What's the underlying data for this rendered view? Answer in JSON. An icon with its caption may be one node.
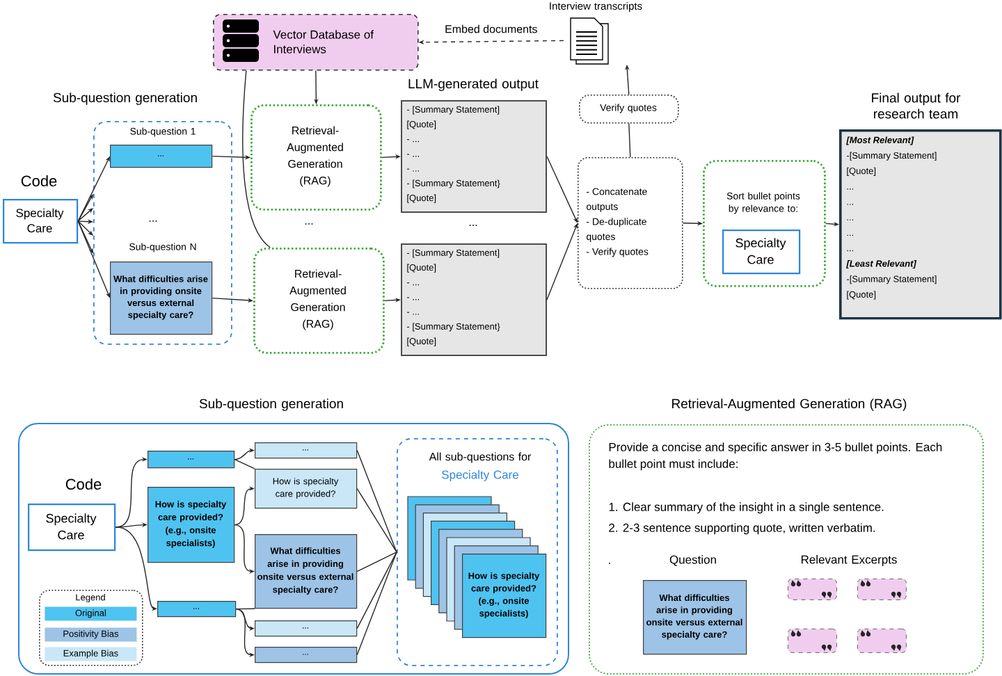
{
  "diagram": {
    "nodes": [
      {
        "text": [
          "Vector Database of Interviews"
        ]
      },
      {
        "text": [
          "Interview transcripts"
        ]
      },
      {
        "text": [
          "Specialty Care"
        ],
        "beside": [
          "Code"
        ]
      },
      {
        "text": [],
        "shape": "box"
      },
      {
        "text": [
          "..."
        ],
        "in": 3,
        "beside": [
          "Sub-question 1"
        ]
      },
      {
        "text": [
          "What difficulties arise in providing onsite versus external specialty care?"
        ],
        "in": 3,
        "beside": [
          "Sub-question N"
        ]
      },
      {
        "text": [
          "Retrieval-Augmented Generation (RAG)"
        ]
      },
      {
        "text": [
          "Retrieval-Augmented Generation (RAG)"
        ]
      },
      {
        "text": [
          "- [Summary Statement]",
          "[Quote]",
          "- ...",
          "- ...",
          "- ...",
          "- [Summary Statement}",
          "[Quote]"
        ]
      },
      {
        "text": [
          "- [Summary Statement]",
          "[Quote]",
          "- ...",
          "- ...",
          "- ...",
          "- [Summary Statement}",
          "[Quote]"
        ]
      },
      {
        "text": [
          "- Concatenate outputs",
          "- De-duplicate quotes",
          "- Verify quotes"
        ]
      },
      {
        "text": [
          "Verify quotes"
        ]
      },
      {
        "text": [
          "Sort bullet points by relevance to:"
        ]
      },
      {
        "text": [
          "Specialty Care"
        ],
        "in": 12
      },
      {
        "text": [
          "[Most Relevant]",
          "-[Summary Statement]",
          "[Quote]",
          "...",
          "...",
          "...",
          "...",
          "...",
          "[Least Relevant]",
          "-[Summary Statement]",
          "[Quote]"
        ],
        "beside": [
          "Final output for research team"
        ]
      },
      {
        "text": [],
        "shape": "box"
      },
      {
        "text": [
          "Specialty Care"
        ],
        "in": 15,
        "beside": [
          "Code"
        ]
      },
      {
        "text": [
          "..."
        ],
        "in": 15
      },
      {
        "text": [
          "How is specialty care provided? (e.g., onsite specialists)"
        ],
        "in": 15
      },
      {
        "text": [
          "..."
        ],
        "in": 15
      },
      {
        "text": [
          "..."
        ],
        "in": 15
      },
      {
        "text": [
          "How is specialty care provided?"
        ],
        "in": 15
      },
      {
        "text": [
          "What difficulties arise in providing onsite versus external specialty care?"
        ],
        "in": 15
      },
      {
        "text": [
          "..."
        ],
        "in": 15
      },
      {
        "text": [
          "..."
        ],
        "in": 15
      },
      {
        "text": [
          "Legend"
        ],
        "in": 15
      },
      {
        "text": [
          "All sub-questions for",
          "Specialty Care"
        ],
        "in": 15
      },
      {
        "text": [
          "How is specialty care provided? (e.g., onsite specialists)"
        ],
        "in": 26
      },
      {
        "text": [
          "Provide a concise and specific answer in 3-5 bullet points. Each bullet point must include:",
          "1. Clear summary of the insight in a single sentence.",
          "2. 2-3 sentence supporting quote, written verbatim."
        ]
      },
      {
        "text": [
          "What difficulties arise in providing onsite versus external specialty care?"
        ],
        "in": 28
      },
      {
        "text": [],
        "shape": "box",
        "in": 28
      },
      {
        "text": [],
        "shape": "box",
        "in": 28
      },
      {
        "text": [],
        "shape": "box",
        "in": 28
      },
      {
        "text": [],
        "shape": "box",
        "in": 28
      }
    ],
    "edges": [
      {
        "from": 1,
        "to": 0,
        "arrow": "to",
        "style": "dashed",
        "label": "Embed documents"
      },
      {
        "from": 0,
        "to": 6,
        "arrow": "to"
      },
      {
        "from": 0,
        "to": 7,
        "arrow": "none"
      },
      {
        "from": 2,
        "to": 4,
        "arrow": "to"
      },
      {
        "from": 2,
        "to": 5,
        "arrow": "to"
      },
      {
        "from": 2,
        "to": 3,
        "arrow": "to"
      },
      {
        "from": 2,
        "to": 3,
        "arrow": "to"
      },
      {
        "from": 2,
        "to": 3,
        "arrow": "to"
      },
      {
        "from": 2,
        "to": 3,
        "arrow": "to"
      },
      {
        "from": 2,
        "to": 3,
        "arrow": "to"
      },
      {
        "from": 4,
        "to": 6,
        "arrow": "to"
      },
      {
        "from": 5,
        "to": 7,
        "arrow": "to"
      },
      {
        "from": 6,
        "to": 8,
        "arrow": "to"
      },
      {
        "from": 7,
        "to": 9,
        "arrow": "to"
      },
      {
        "from": 8,
        "to": 10,
        "arrow": "to"
      },
      {
        "from": 9,
        "to": 10,
        "arrow": "to"
      },
      {
        "from": 10,
        "to": 11,
        "arrow": "none"
      },
      {
        "from": 11,
        "to": 1,
        "arrow": "to"
      },
      {
        "from": 10,
        "to": 12,
        "arrow": "to"
      },
      {
        "from": 12,
        "to": 14,
        "arrow": "to"
      },
      {
        "from": 16,
        "to": 17,
        "arrow": "to"
      },
      {
        "from": 16,
        "to": 18,
        "arrow": "to"
      },
      {
        "from": 16,
        "to": 19,
        "arrow": "to"
      },
      {
        "from": 17,
        "to": 20,
        "arrow": "to"
      },
      {
        "from": 17,
        "to": 21,
        "arrow": "none"
      },
      {
        "from": 18,
        "to": 21,
        "arrow": "to"
      },
      {
        "from": 18,
        "to": 22,
        "arrow": "to"
      },
      {
        "from": 19,
        "to": 22,
        "arrow": "none"
      },
      {
        "from": 19,
        "to": 23,
        "arrow": "to"
      },
      {
        "from": 19,
        "to": 24,
        "arrow": "to"
      },
      {
        "from": 20,
        "to": 26,
        "arrow": "none"
      },
      {
        "from": 21,
        "to": 26,
        "arrow": "none"
      },
      {
        "from": 22,
        "to": 26,
        "arrow": "none"
      },
      {
        "from": 23,
        "to": 26,
        "arrow": "none"
      },
      {
        "from": 24,
        "to": 26,
        "arrow": "none"
      }
    ],
    "labels": [
      "Sub-question generation",
      "...",
      "...",
      "LLM-generated output",
      "...",
      "Sub-question generation",
      "Retrieval-Augmented Generation (RAG)",
      ".",
      "Question",
      "Relevant Excerpts"
    ],
    "legend": [
      {
        "text": "Original",
        "color": "#4fc3f0"
      },
      {
        "text": "Positivity Bias",
        "color": "#9dc3e6"
      },
      {
        "text": "Example Bias",
        "color": "#c9e7f7"
      }
    ]
  }
}
